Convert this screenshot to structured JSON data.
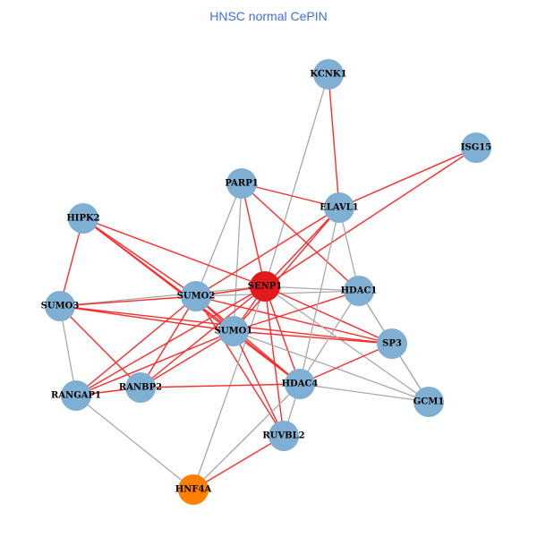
{
  "title": "HNSC normal CePIN",
  "colors": {
    "node_default": "#7fafd2",
    "node_hub": "#e31a1c",
    "node_special": "#ff7f00",
    "edge_red": "#ff2a2a",
    "edge_gray": "#a8a8a8"
  },
  "nodes": [
    {
      "id": "KCNK1",
      "type": "default"
    },
    {
      "id": "ISG15",
      "type": "default"
    },
    {
      "id": "PARP1",
      "type": "default"
    },
    {
      "id": "ELAVL1",
      "type": "default"
    },
    {
      "id": "HIPK2",
      "type": "default"
    },
    {
      "id": "SENP1",
      "type": "hub"
    },
    {
      "id": "HDAC1",
      "type": "default"
    },
    {
      "id": "SUMO2",
      "type": "default"
    },
    {
      "id": "SUMO3",
      "type": "default"
    },
    {
      "id": "SUMO1",
      "type": "default"
    },
    {
      "id": "SP3",
      "type": "default"
    },
    {
      "id": "HDAC4",
      "type": "default"
    },
    {
      "id": "RANBP2",
      "type": "default"
    },
    {
      "id": "RANGAP1",
      "type": "default"
    },
    {
      "id": "GCM1",
      "type": "default"
    },
    {
      "id": "RUVBL2",
      "type": "default"
    },
    {
      "id": "HNF4A",
      "type": "special"
    }
  ],
  "edges": [
    [
      "KCNK1",
      "ELAVL1",
      "red"
    ],
    [
      "KCNK1",
      "SENP1",
      "gray"
    ],
    [
      "ISG15",
      "ELAVL1",
      "red"
    ],
    [
      "ISG15",
      "SENP1",
      "red"
    ],
    [
      "PARP1",
      "ELAVL1",
      "red"
    ],
    [
      "PARP1",
      "SENP1",
      "red"
    ],
    [
      "PARP1",
      "HDAC1",
      "red"
    ],
    [
      "PARP1",
      "SUMO2",
      "gray"
    ],
    [
      "PARP1",
      "SUMO1",
      "gray"
    ],
    [
      "HIPK2",
      "SUMO3",
      "red"
    ],
    [
      "HIPK2",
      "SENP1",
      "red"
    ],
    [
      "HIPK2",
      "SUMO2",
      "red"
    ],
    [
      "HIPK2",
      "SUMO1",
      "red"
    ],
    [
      "HIPK2",
      "HDAC4",
      "red"
    ],
    [
      "SUMO3",
      "SENP1",
      "gray"
    ],
    [
      "SUMO3",
      "SUMO2",
      "red"
    ],
    [
      "SUMO3",
      "SUMO1",
      "red"
    ],
    [
      "SUMO3",
      "SP3",
      "red"
    ],
    [
      "SUMO3",
      "RANBP2",
      "red"
    ],
    [
      "SUMO3",
      "RANGAP1",
      "gray"
    ],
    [
      "SUMO2",
      "SENP1",
      "red"
    ],
    [
      "SUMO2",
      "ELAVL1",
      "red"
    ],
    [
      "SUMO2",
      "HDAC1",
      "gray"
    ],
    [
      "SUMO2",
      "SP3",
      "red"
    ],
    [
      "SUMO2",
      "HDAC4",
      "red"
    ],
    [
      "SUMO2",
      "RUVBL2",
      "red"
    ],
    [
      "SUMO2",
      "RANBP2",
      "red"
    ],
    [
      "SUMO2",
      "RANGAP1",
      "red"
    ],
    [
      "SUMO2",
      "SUMO1",
      "red"
    ],
    [
      "SENP1",
      "ELAVL1",
      "red"
    ],
    [
      "SENP1",
      "HDAC1",
      "gray"
    ],
    [
      "SENP1",
      "SP3",
      "red"
    ],
    [
      "SENP1",
      "HDAC4",
      "red"
    ],
    [
      "SENP1",
      "RUVBL2",
      "red"
    ],
    [
      "SENP1",
      "RANBP2",
      "red"
    ],
    [
      "SENP1",
      "RANGAP1",
      "red"
    ],
    [
      "SENP1",
      "SUMO1",
      "red"
    ],
    [
      "SENP1",
      "GCM1",
      "gray"
    ],
    [
      "SENP1",
      "HNF4A",
      "gray"
    ],
    [
      "SUMO1",
      "HDAC1",
      "red"
    ],
    [
      "SUMO1",
      "SP3",
      "red"
    ],
    [
      "SUMO1",
      "HDAC4",
      "red"
    ],
    [
      "SUMO1",
      "RUVBL2",
      "red"
    ],
    [
      "SUMO1",
      "RANBP2",
      "red"
    ],
    [
      "SUMO1",
      "RANGAP1",
      "red"
    ],
    [
      "SUMO1",
      "GCM1",
      "gray"
    ],
    [
      "SUMO1",
      "ELAVL1",
      "red"
    ],
    [
      "HDAC1",
      "SP3",
      "gray"
    ],
    [
      "HDAC1",
      "ELAVL1",
      "gray"
    ],
    [
      "HDAC1",
      "HDAC4",
      "gray"
    ],
    [
      "HDAC1",
      "GCM1",
      "gray"
    ],
    [
      "ELAVL1",
      "HDAC4",
      "gray"
    ],
    [
      "SP3",
      "HDAC4",
      "red"
    ],
    [
      "SP3",
      "GCM1",
      "gray"
    ],
    [
      "HDAC4",
      "GCM1",
      "gray"
    ],
    [
      "HDAC4",
      "RUVBL2",
      "gray"
    ],
    [
      "HDAC4",
      "RANBP2",
      "red"
    ],
    [
      "HDAC4",
      "HNF4A",
      "gray"
    ],
    [
      "RUVBL2",
      "HNF4A",
      "red"
    ],
    [
      "RANGAP1",
      "HNF4A",
      "gray"
    ],
    [
      "RANGAP1",
      "RANBP2",
      "red"
    ]
  ]
}
